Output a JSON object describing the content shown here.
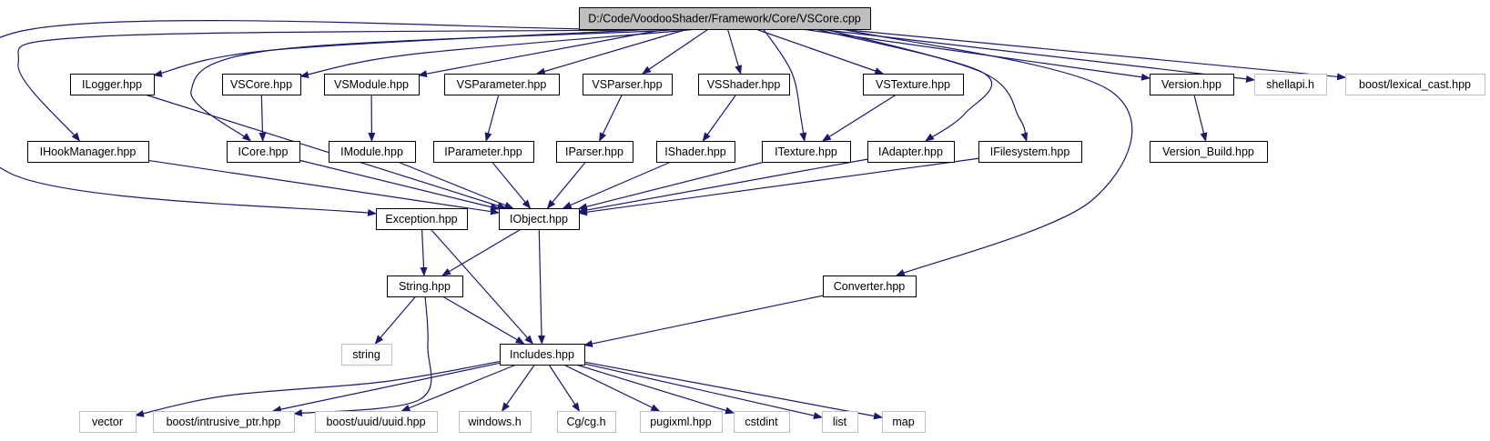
{
  "diagram": {
    "root": "D:/Code/VoodooShader/Framework/Core/VSCore.cpp",
    "colors": {
      "edge": "#191970",
      "node_border": "#000000",
      "external_border": "#bfbfbf",
      "root_fill": "#bfbfbf",
      "background": "#ffffff"
    },
    "nodes": [
      {
        "id": "root",
        "label": "D:/Code/VoodooShader/Framework/Core/VSCore.cpp",
        "kind": "root"
      },
      {
        "id": "ilogger",
        "label": "ILogger.hpp",
        "kind": "file"
      },
      {
        "id": "vscore_h",
        "label": "VSCore.hpp",
        "kind": "file"
      },
      {
        "id": "vsmodule",
        "label": "VSModule.hpp",
        "kind": "file"
      },
      {
        "id": "vsparameter",
        "label": "VSParameter.hpp",
        "kind": "file"
      },
      {
        "id": "vsparser",
        "label": "VSParser.hpp",
        "kind": "file"
      },
      {
        "id": "vsshader",
        "label": "VSShader.hpp",
        "kind": "file"
      },
      {
        "id": "vstexture",
        "label": "VSTexture.hpp",
        "kind": "file"
      },
      {
        "id": "version",
        "label": "Version.hpp",
        "kind": "file"
      },
      {
        "id": "shellapi",
        "label": "shellapi.h",
        "kind": "external"
      },
      {
        "id": "lexical",
        "label": "boost/lexical_cast.hpp",
        "kind": "external"
      },
      {
        "id": "ihookmanager",
        "label": "IHookManager.hpp",
        "kind": "file"
      },
      {
        "id": "icore",
        "label": "ICore.hpp",
        "kind": "file"
      },
      {
        "id": "imodule",
        "label": "IModule.hpp",
        "kind": "file"
      },
      {
        "id": "iparameter",
        "label": "IParameter.hpp",
        "kind": "file"
      },
      {
        "id": "iparser",
        "label": "IParser.hpp",
        "kind": "file"
      },
      {
        "id": "ishader",
        "label": "IShader.hpp",
        "kind": "file"
      },
      {
        "id": "itexture",
        "label": "ITexture.hpp",
        "kind": "file"
      },
      {
        "id": "iadapter",
        "label": "IAdapter.hpp",
        "kind": "file"
      },
      {
        "id": "ifilesystem",
        "label": "IFilesystem.hpp",
        "kind": "file"
      },
      {
        "id": "version_build",
        "label": "Version_Build.hpp",
        "kind": "file"
      },
      {
        "id": "exception",
        "label": "Exception.hpp",
        "kind": "file"
      },
      {
        "id": "iobject",
        "label": "IObject.hpp",
        "kind": "file"
      },
      {
        "id": "string_h",
        "label": "String.hpp",
        "kind": "file"
      },
      {
        "id": "converter",
        "label": "Converter.hpp",
        "kind": "file"
      },
      {
        "id": "string_std",
        "label": "string",
        "kind": "external"
      },
      {
        "id": "includes",
        "label": "Includes.hpp",
        "kind": "file"
      },
      {
        "id": "vector",
        "label": "vector",
        "kind": "external"
      },
      {
        "id": "intrusive",
        "label": "boost/intrusive_ptr.hpp",
        "kind": "external"
      },
      {
        "id": "uuid",
        "label": "boost/uuid/uuid.hpp",
        "kind": "external"
      },
      {
        "id": "windows",
        "label": "windows.h",
        "kind": "external"
      },
      {
        "id": "cg",
        "label": "Cg/cg.h",
        "kind": "external"
      },
      {
        "id": "pugixml",
        "label": "pugixml.hpp",
        "kind": "external"
      },
      {
        "id": "cstdint",
        "label": "cstdint",
        "kind": "external"
      },
      {
        "id": "list",
        "label": "list",
        "kind": "external"
      },
      {
        "id": "map",
        "label": "map",
        "kind": "external"
      }
    ],
    "edges": [
      [
        "root",
        "ilogger"
      ],
      [
        "root",
        "vscore_h"
      ],
      [
        "root",
        "vsmodule"
      ],
      [
        "root",
        "vsparameter"
      ],
      [
        "root",
        "vsparser"
      ],
      [
        "root",
        "vsshader"
      ],
      [
        "root",
        "vstexture"
      ],
      [
        "root",
        "version"
      ],
      [
        "root",
        "shellapi"
      ],
      [
        "root",
        "lexical"
      ],
      [
        "root",
        "ihookmanager"
      ],
      [
        "root",
        "icore"
      ],
      [
        "root",
        "itexture"
      ],
      [
        "root",
        "iadapter"
      ],
      [
        "root",
        "ifilesystem"
      ],
      [
        "root",
        "exception"
      ],
      [
        "root",
        "converter"
      ],
      [
        "vscore_h",
        "icore"
      ],
      [
        "vsmodule",
        "imodule"
      ],
      [
        "vsparameter",
        "iparameter"
      ],
      [
        "vsparser",
        "iparser"
      ],
      [
        "vsshader",
        "ishader"
      ],
      [
        "vstexture",
        "itexture"
      ],
      [
        "version",
        "version_build"
      ],
      [
        "ilogger",
        "iobject"
      ],
      [
        "ihookmanager",
        "iobject"
      ],
      [
        "icore",
        "iobject"
      ],
      [
        "imodule",
        "iobject"
      ],
      [
        "iparameter",
        "iobject"
      ],
      [
        "iparser",
        "iobject"
      ],
      [
        "ishader",
        "iobject"
      ],
      [
        "itexture",
        "iobject"
      ],
      [
        "iadapter",
        "iobject"
      ],
      [
        "ifilesystem",
        "iobject"
      ],
      [
        "exception",
        "string_h"
      ],
      [
        "exception",
        "includes"
      ],
      [
        "iobject",
        "string_h"
      ],
      [
        "iobject",
        "includes"
      ],
      [
        "string_h",
        "string_std"
      ],
      [
        "string_h",
        "includes"
      ],
      [
        "string_h",
        "intrusive"
      ],
      [
        "converter",
        "includes"
      ],
      [
        "includes",
        "vector"
      ],
      [
        "includes",
        "intrusive"
      ],
      [
        "includes",
        "uuid"
      ],
      [
        "includes",
        "windows"
      ],
      [
        "includes",
        "cg"
      ],
      [
        "includes",
        "pugixml"
      ],
      [
        "includes",
        "cstdint"
      ],
      [
        "includes",
        "list"
      ],
      [
        "includes",
        "map"
      ]
    ]
  }
}
